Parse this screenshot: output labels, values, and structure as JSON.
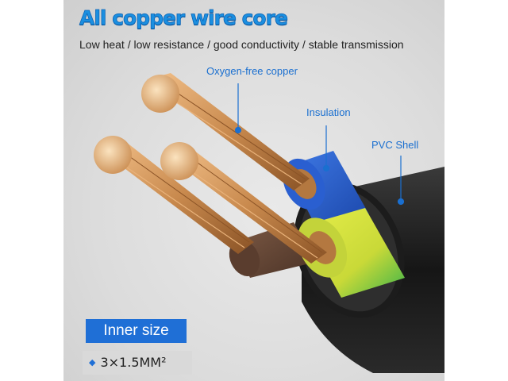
{
  "header": {
    "title": "All copper wire core",
    "subtitle": "Low heat / low resistance / good conductivity / stable transmission"
  },
  "callouts": {
    "copper": "Oxygen-free copper",
    "insulation": "Insulation",
    "shell": "PVC  Shell"
  },
  "size": {
    "heading": "Inner size",
    "spec": "3×1.5MM²"
  },
  "colors": {
    "accent": "#1f6fd6",
    "title_blue": "#1b8fe0",
    "callout_blue": "#1a6fd0",
    "copper": "#c98a4e",
    "sheath": "#222222",
    "insulation_blue": "#2a5fd0",
    "insulation_yellow_green": "#b9d63a",
    "insulation_brown": "#6a4a3a"
  },
  "icons": {
    "bullet": "diamond-icon"
  }
}
